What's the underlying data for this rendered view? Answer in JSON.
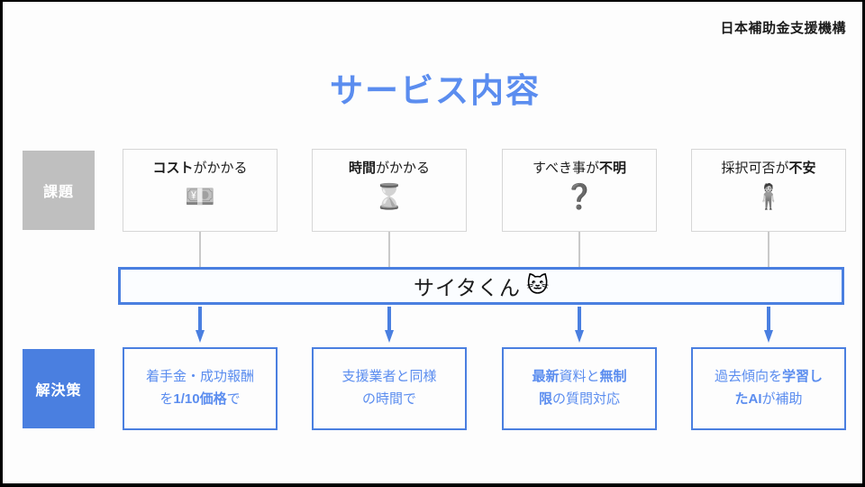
{
  "header": {
    "org_name": "日本補助金支援機構"
  },
  "title": "サービス内容",
  "rows": {
    "issue_label": "課題",
    "solution_label": "解決策"
  },
  "colors": {
    "accent_blue": "#4a7fe0",
    "title_blue": "#5b8def",
    "issue_label_gray": "#bfbfbf",
    "card_border_gray": "#d6d6d6",
    "connector_gray": "#c9c9c9",
    "text_dark": "#1c1c1c"
  },
  "problems": [
    {
      "text_bold": "コスト",
      "text_rest": "がかかる",
      "icon": "💴",
      "icon_name": "banknote-icon"
    },
    {
      "text_bold": "時間",
      "text_rest": "がかかる",
      "icon": "⌛",
      "icon_name": "hourglass-icon"
    },
    {
      "text_lead": "すべき事が",
      "text_bold_tail": "不明",
      "icon": "❓",
      "icon_name": "question-mark-icon"
    },
    {
      "text_lead": "採択可否が",
      "text_bold_tail": "不安",
      "icon": "🧍",
      "icon_name": "worried-person-icon"
    }
  ],
  "product": {
    "name": "サイタくん",
    "mascot": "🐱",
    "mascot_name": "cat-mascot-icon"
  },
  "solutions": [
    {
      "line1_plain": "着手金・成功報酬",
      "line2_lead": "を",
      "line2_bold": "1/10価格",
      "line2_tail": "で"
    },
    {
      "line1_plain": "支援業者と同様",
      "line2_plain": "の時間で"
    },
    {
      "line1_bold_a": "最新",
      "line1_mid": "資料と",
      "line1_bold_b": "無制",
      "line2_bold": "限",
      "line2_tail": "の質問対応"
    },
    {
      "line1_lead": "過去傾向を",
      "line1_bold": "学習し",
      "line2_bold_a": "た",
      "line2_bold_b": "AI",
      "line2_tail": "が補助"
    }
  ]
}
